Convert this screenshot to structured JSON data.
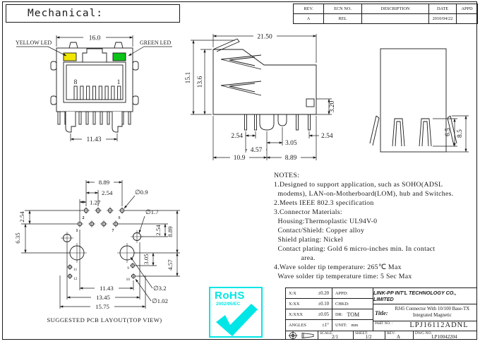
{
  "header": {
    "title": "Mechanical:"
  },
  "rev_table": {
    "headers": [
      "REV.",
      "ECN NO.",
      "DESCRIPTION",
      "DATE",
      "APPD"
    ],
    "rows": [
      [
        "A",
        "REL",
        "",
        "2010/04/22",
        ""
      ]
    ]
  },
  "front_view": {
    "yellow_led_label": "YELLOW LED",
    "green_led_label": "GREEN LED",
    "pin_left": "8",
    "pin_right": "1",
    "dim_width": "16.0",
    "dim_pins": "11.43",
    "led_yellow": "#f0e600",
    "led_green": "#0cc418"
  },
  "side_view": {
    "dim_top": "21.50",
    "dim_h_outer": "15.1",
    "dim_h_inner": "13.6",
    "dim_right": "3.20",
    "dim_pitch_left": "2.54",
    "dim_305": "3.05",
    "dim_457": "4.57",
    "dim_109": "10.9",
    "dim_889": "8.89",
    "dim_pitch_right": "2.54"
  },
  "end_view": {
    "dim_inner": "6.5",
    "dim_outer": "8.5"
  },
  "pcb": {
    "caption": "SUGGESTED PCB LAYOUT(TOP VIEW)",
    "dim_889_top": "8.89",
    "dim_254_top": "2.54",
    "dim_127": "1.27",
    "dia_09": "∅0.9",
    "dia_17": "∅1.7",
    "dim_254_left": "2.54",
    "dim_635": "6.35",
    "dim_254_right": "2.54",
    "dim_889_right": "8.89",
    "dim_305": "3.05",
    "dim_457": "4.57",
    "dim_1143": "11.43",
    "dim_1345": "13.45",
    "dim_1575": "15.75",
    "dia_32": "∅3.2",
    "dia_102": "∅1.02",
    "pins": {
      "p1": "1",
      "p2": "2",
      "p7": "7",
      "p8": "8",
      "p9": "9",
      "p10": "10",
      "p11": "11",
      "p12": "12"
    }
  },
  "notes": {
    "lines": [
      "NOTES:",
      "1.Designed to support application, such as SOHO(ADSL",
      "  modems), LAN-on-Motherboard(LOM), hub and Switches.",
      "2.Meets IEEE 802.3 specification",
      "3.Connector Materials:",
      "  Housing:Thermoplastic UL94V-0",
      "  Contact/Shield: Copper alloy",
      "  Shield plating: Nickel",
      "  Contact plating: Gold 6 micro-inches min. In contact",
      "              area.",
      "4.Wave solder tip temperature: 265℃ Max",
      "  Wave solder tip temperature time: 5 Sec Max"
    ]
  },
  "rohs": {
    "title": "RoHS",
    "directive": "2002/95/EC",
    "color": "#00e6e6"
  },
  "title_block": {
    "tol": [
      {
        "label": "X:X",
        "value": "±0.20"
      },
      {
        "label": "X:XX",
        "value": "±0.10"
      },
      {
        "label": "X:XXX",
        "value": "±0.05"
      },
      {
        "label": "ANGLES",
        "value": "±1°"
      }
    ],
    "appd_label": "APPD:",
    "chkd_label": "CHKD:",
    "dr_label": "DR:",
    "dr_value": "TOM",
    "unit_label": "UNIT:",
    "unit_value": "mm",
    "company": "LINK-PP INT'L TECHNOLOGY CO., LIMITED",
    "title_label": "Title:",
    "title_line1": "RJ45 Connector With 10/100 Base-TX",
    "title_line2": "Integrated Magnetic",
    "part_label": "PART NO. :",
    "part_value": "LPJ16112ADNL",
    "scale_label": "SCALE:",
    "scale_value": "2/1",
    "sheet_label": "SHEET:",
    "sheet_value": "1/2",
    "rev_label": "REV:",
    "rev_value": "A",
    "dwg_label": "DWG NO:",
    "dwg_value": "LP10042204"
  }
}
